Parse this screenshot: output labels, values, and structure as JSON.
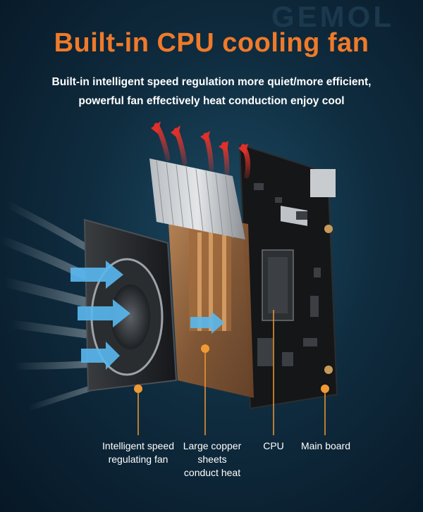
{
  "header": {
    "title": "Built-in CPU cooling fan",
    "subtitle_line1": "Built-in intelligent speed regulation more quiet/more efficient,",
    "subtitle_line2": "powerful fan effectively heat conduction enjoy cool"
  },
  "labels": {
    "fan": [
      "Intelligent speed",
      "regulating fan"
    ],
    "copper": [
      "Large copper",
      "sheets",
      "conduct heat"
    ],
    "cpu": "CPU",
    "board": "Main board"
  },
  "colors": {
    "title": "#ef7a2a",
    "accent_line": "#f19a33",
    "background": "#0f2c3f",
    "airflow": "#5ab8f0",
    "hot_air": "#e0302a"
  }
}
